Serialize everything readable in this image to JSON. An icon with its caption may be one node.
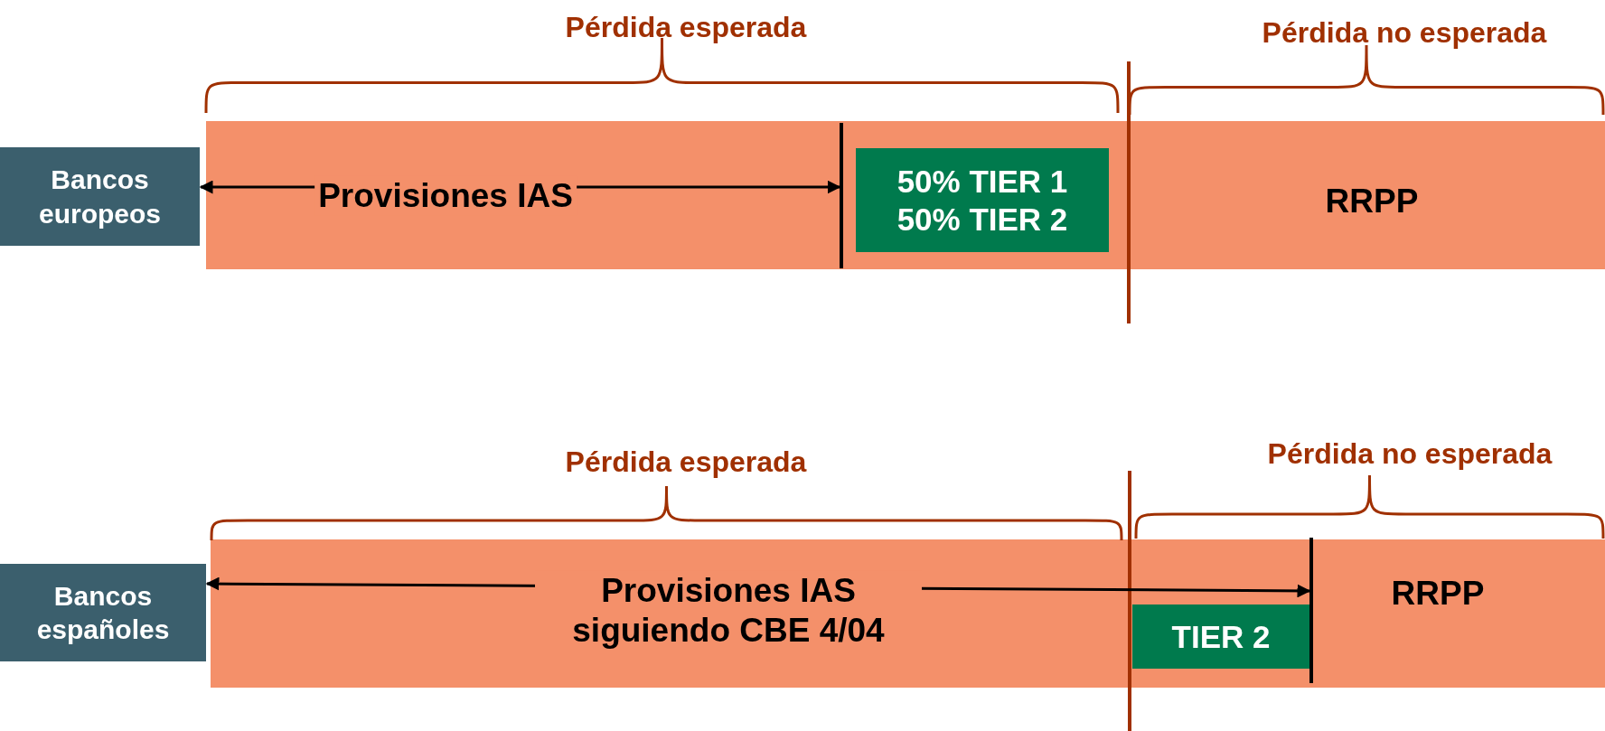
{
  "diagram": {
    "nodes": [
      {
        "text": [
          "Bancos europeos"
        ]
      },
      {
        "text": [
          "Provisiones IAS",
          "RRPP"
        ]
      },
      {
        "text": [
          "50% TIER 1",
          "50% TIER 2"
        ],
        "in": 1
      },
      {
        "text": [
          "Bancos españoles"
        ]
      },
      {
        "text": [
          "Provisiones IAS siguiendo CBE 4/04",
          "RRPP"
        ]
      },
      {
        "text": [
          "TIER 2"
        ],
        "in": 4
      },
      {
        "text": [],
        "shape": "bar",
        "in": 1
      },
      {
        "text": [],
        "shape": "bar",
        "in": 4
      }
    ],
    "edges": [
      {
        "from": 0,
        "to": 6,
        "arrow": "both"
      },
      {
        "from": 3,
        "to": 7,
        "arrow": "both"
      }
    ],
    "labels": [
      "Pérdida esperada",
      "Pérdida no esperada",
      "Pérdida esperada",
      "Pérdida no esperada"
    ]
  }
}
